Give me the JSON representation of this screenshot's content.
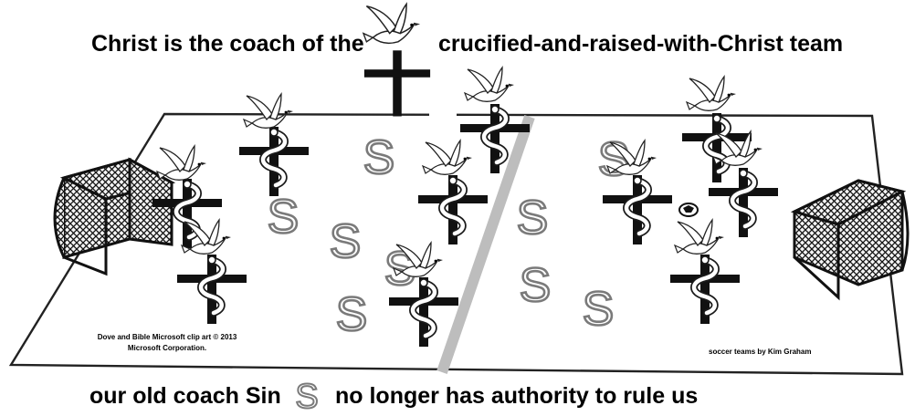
{
  "captions": {
    "title_left": "Christ is the coach of the",
    "title_right": "crucified-and-raised-with-Christ team",
    "bottom_left": "our old coach Sin",
    "bottom_right": "no longer has authority to rule us"
  },
  "credits": {
    "clipart_line1": "Dove and Bible Microsoft clip art © 2013",
    "clipart_line2": "Microsoft Corporation.",
    "soccer": "soccer teams by Kim Graham"
  },
  "symbols": {
    "sin_letter": "S",
    "player_icon": "dove-serpent-cross-icon",
    "coach_icon": "dove-cross-icon",
    "goal_icon": "goal-net-icon",
    "ball_icon": "soccer-ball-icon"
  },
  "colors": {
    "field_line": "#222222",
    "center_line": "#bdbdbd",
    "sin_outline": "#777777",
    "cross": "#111111"
  }
}
